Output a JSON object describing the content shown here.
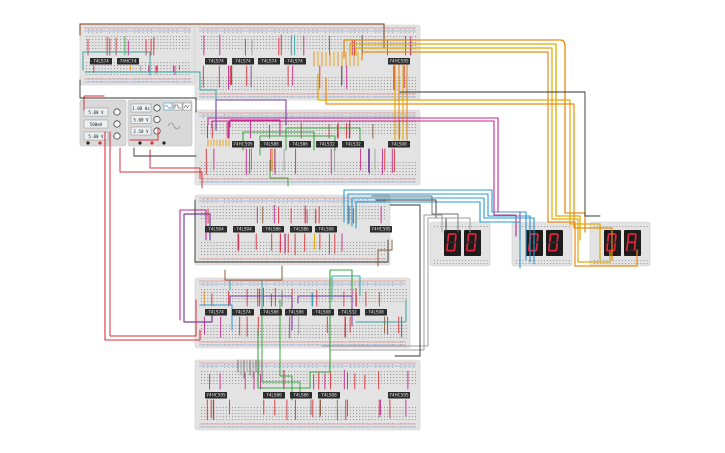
{
  "colors": {
    "board": "#e3e3e3",
    "hole": "#9a9a9a",
    "rail_red": "#d8454a",
    "rail_blue": "#4a7fd0",
    "chip": "#2a2a2a",
    "seg_red": "#e0263a",
    "seg_bg": "#1c1c1c",
    "wire_palette": [
      "#d8333b",
      "#7a3fa0",
      "#c7268d",
      "#3da540",
      "#2b98d0",
      "#e0aa00",
      "#e98a15",
      "#8a5c3c",
      "#9d9d9d",
      "#6d6d6d",
      "#36a6a6",
      "#333333"
    ]
  },
  "breadboards": [
    {
      "id": "bb1",
      "chips": [
        "74LS74",
        "74HC74"
      ],
      "name": "upper-left-board"
    },
    {
      "id": "bb2",
      "chips": [
        "74LS74",
        "74LS74",
        "74LS74",
        "74LS74",
        "74HC595"
      ]
    },
    {
      "id": "bb3",
      "chips": [
        "74HC595",
        "74LS86",
        "74LS86",
        "74LS32",
        "74LS32",
        "74LS08"
      ]
    },
    {
      "id": "bb4",
      "chips": [
        "74LS04",
        "74LS04",
        "74LS86",
        "74LS86",
        "74LS08",
        "74HC595"
      ]
    },
    {
      "id": "bb5",
      "chips": [
        "74LS74",
        "74LS74",
        "74LS86",
        "74LS86",
        "74LS08",
        "74LS32",
        "74LS08"
      ]
    },
    {
      "id": "bb6",
      "chips": [
        "74HC595",
        "74LS86",
        "74LS86",
        "74LS08",
        "74HC595"
      ]
    }
  ],
  "power_supply": {
    "channels": [
      {
        "voltage": "5.00 V",
        "current": "500mA"
      },
      {
        "voltage": "5.00 V",
        "current": "500mA"
      }
    ]
  },
  "function_generator": {
    "readouts": [
      "1.00 Hz",
      "5.00 V",
      "2.50 V"
    ]
  },
  "seven_segment_displays": [
    {
      "id": "display-1",
      "digits": [
        "0",
        "0"
      ]
    },
    {
      "id": "display-2",
      "digits": [
        "0",
        "0"
      ]
    },
    {
      "id": "display-3",
      "digits": [
        "0",
        "A"
      ]
    }
  ]
}
